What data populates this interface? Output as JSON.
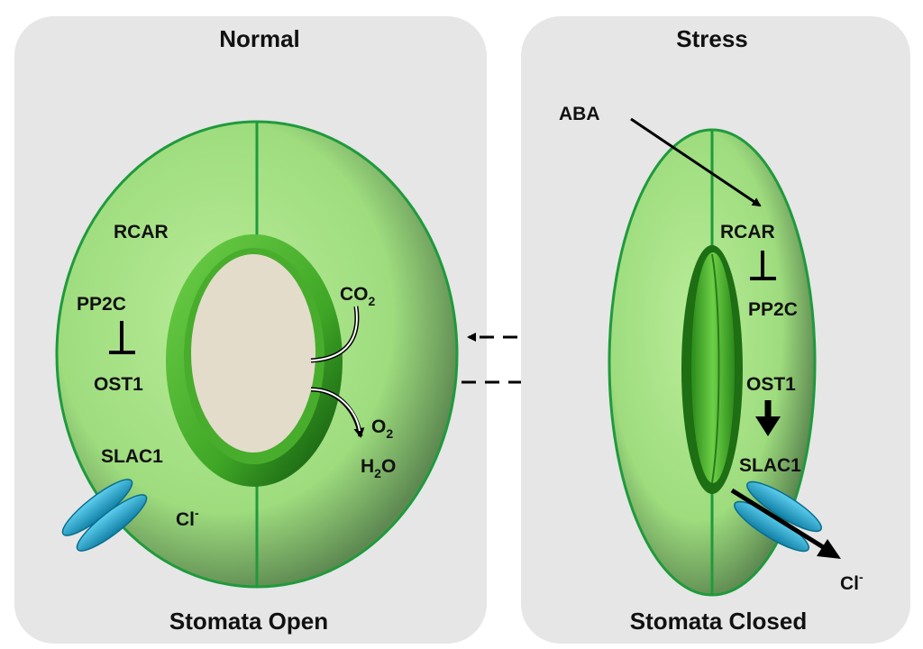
{
  "panels": {
    "normal": {
      "title": "Normal",
      "caption": "Stomata Open",
      "labels": {
        "rcar": "RCAR",
        "pp2c": "PP2C",
        "ost1": "OST1",
        "slac1": "SLAC1",
        "cl": "Cl",
        "cl_sup": "-",
        "co2_base": "CO",
        "co2_sub": "2",
        "o2_base": "O",
        "o2_sub": "2",
        "h2o_h": "H",
        "h2o_sub": "2",
        "h2o_o": "O"
      }
    },
    "stress": {
      "title": "Stress",
      "caption": "Stomata Closed",
      "labels": {
        "aba": "ABA",
        "rcar": "RCAR",
        "pp2c": "PP2C",
        "ost1": "OST1",
        "slac1": "SLAC1",
        "cl": "Cl",
        "cl_sup": "-"
      }
    }
  },
  "colors": {
    "panel_bg": "#e6e6e6",
    "cell_fill": "#9fdc80",
    "cell_edge": "#1f9a3c",
    "pore_ring": "#4db82e",
    "pore_center": "#e3dccb",
    "channel": "#1aa3c9",
    "arrow": "#000000"
  }
}
